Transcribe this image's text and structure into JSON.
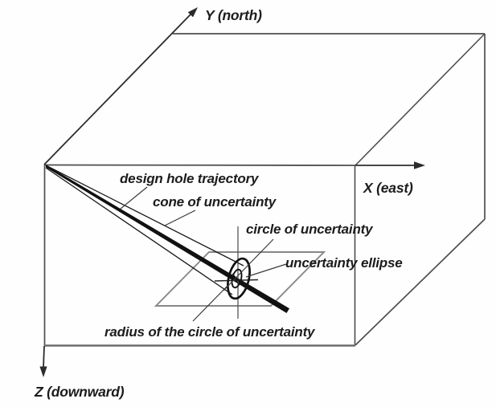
{
  "diagram": {
    "type": "3d-borehole-uncertainty-diagram",
    "axes": {
      "y_label": "Y (north)",
      "x_label": "X (east)",
      "z_label": "Z (downward)"
    },
    "labels": {
      "trajectory": "design hole trajectory",
      "cone": "cone of uncertainty",
      "circle": "circle of uncertainty",
      "ellipse": "uncertainty ellipse",
      "radius": "radius of the circle of uncertainty"
    },
    "colors": {
      "box_edge": "#4e4e4e",
      "axis_line": "#2b2b2b",
      "plane_edge": "#878787",
      "heavy_line": "#111111",
      "leader_line": "#3a3a3a",
      "text": "#1c1c1c",
      "background": "#fefefe"
    }
  }
}
